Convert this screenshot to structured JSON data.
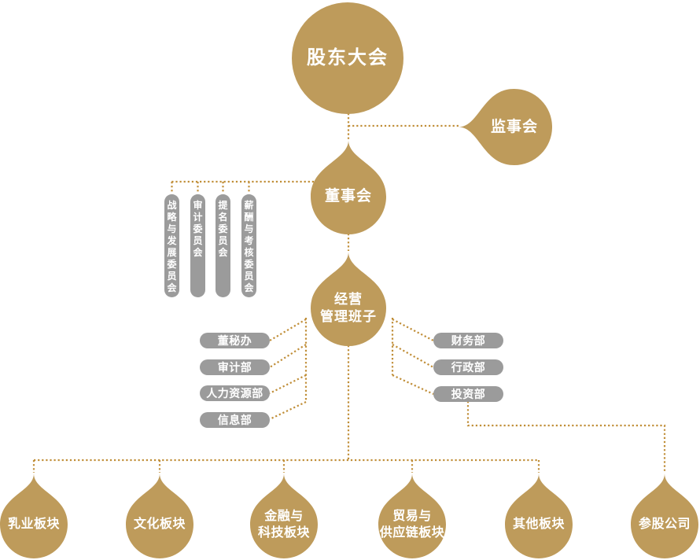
{
  "colors": {
    "node_gold": "#BE9B5B",
    "connector_amber": "#C08E38",
    "capsule_gray": "#9B9B9B",
    "label_white": "#FFFFFF"
  },
  "nodes": {
    "shareholders": {
      "label": "股东大会"
    },
    "supervisory": {
      "label": "监事会"
    },
    "board": {
      "label": "董事会"
    },
    "management": {
      "line1": "经营",
      "line2": "管理班子"
    },
    "committees": [
      {
        "label": "战略与发展委员会"
      },
      {
        "label": "审计委员会"
      },
      {
        "label": "提名委员会"
      },
      {
        "label": "薪酬与考核委员会"
      }
    ],
    "left_departments": [
      {
        "label": "董秘办"
      },
      {
        "label": "审计部"
      },
      {
        "label": "人力资源部"
      },
      {
        "label": "信息部"
      }
    ],
    "right_departments": [
      {
        "label": "财务部"
      },
      {
        "label": "行政部"
      },
      {
        "label": "投资部"
      }
    ],
    "business_units": [
      {
        "label": "乳业板块"
      },
      {
        "label": "文化板块"
      },
      {
        "line1": "金融与",
        "line2": "科技板块"
      },
      {
        "line1": "贸易与",
        "line2": "供应链板块"
      },
      {
        "label": "其他板块"
      },
      {
        "label": "参股公司"
      }
    ]
  }
}
